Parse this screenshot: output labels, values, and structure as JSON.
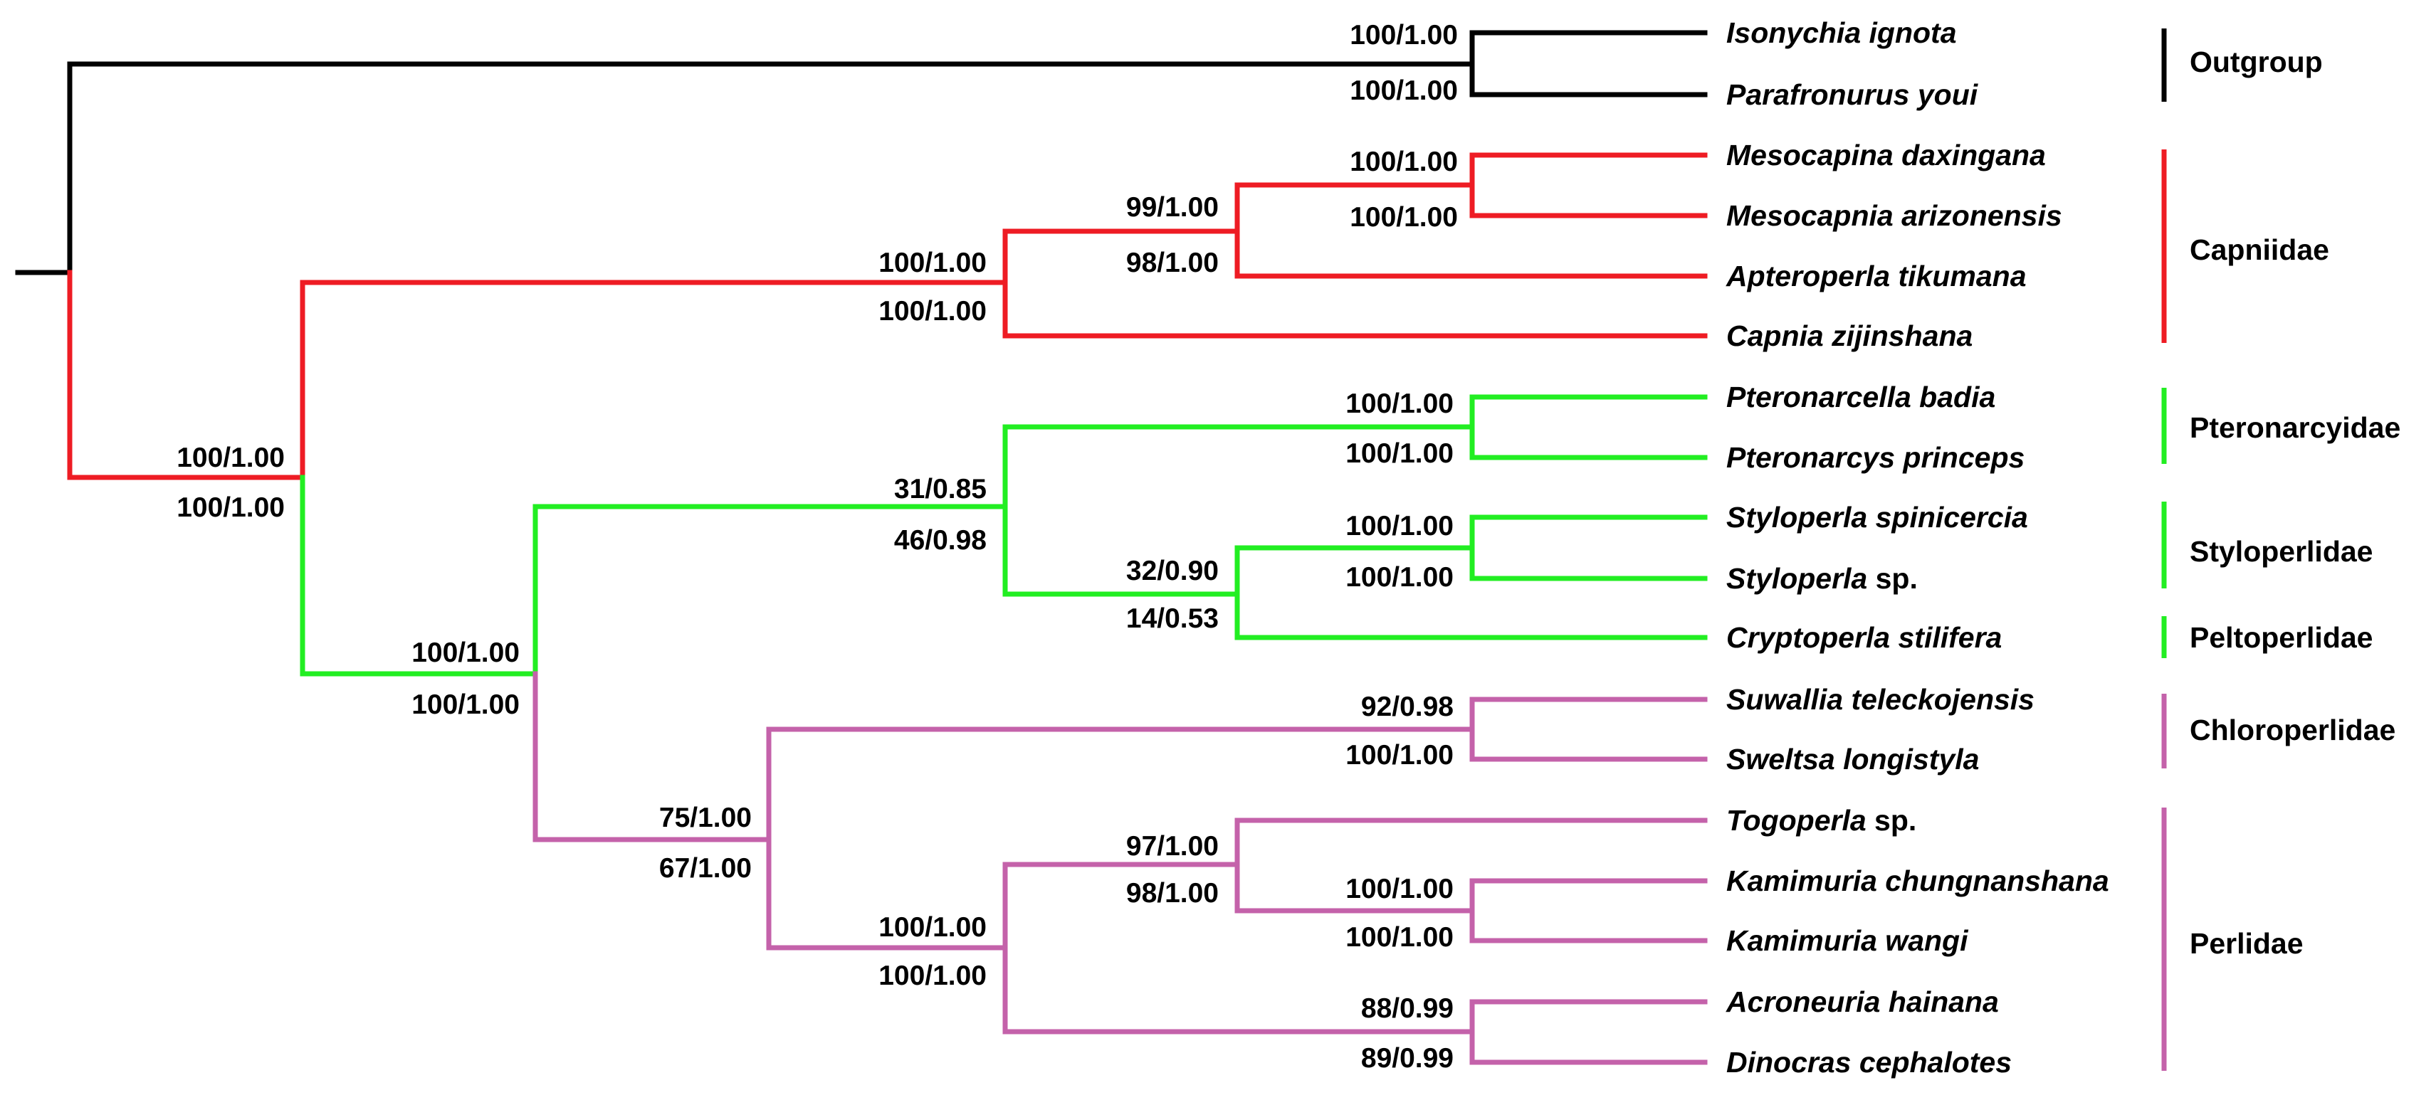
{
  "colors": {
    "outgroup": "#000000",
    "capniidae": "#ee1c24",
    "green_clade": "#22ee22",
    "purple_clade": "#c462aa"
  },
  "taxa": [
    {
      "id": "t1",
      "genus": "Isonychia ignota",
      "suffix": ""
    },
    {
      "id": "t2",
      "genus": "Parafronurus youi",
      "suffix": ""
    },
    {
      "id": "t3",
      "genus": "Mesocapina daxingana",
      "suffix": ""
    },
    {
      "id": "t4",
      "genus": "Mesocapnia arizonensis",
      "suffix": ""
    },
    {
      "id": "t5",
      "genus": "Apteroperla tikumana",
      "suffix": ""
    },
    {
      "id": "t6",
      "genus": "Capnia zijinshana",
      "suffix": ""
    },
    {
      "id": "t7",
      "genus": "Pteronarcella badia",
      "suffix": ""
    },
    {
      "id": "t8",
      "genus": "Pteronarcys princeps",
      "suffix": ""
    },
    {
      "id": "t9",
      "genus": "Styloperla spinicercia",
      "suffix": ""
    },
    {
      "id": "t10",
      "genus": "Styloperla",
      "suffix": " sp."
    },
    {
      "id": "t11",
      "genus": "Cryptoperla stilifera",
      "suffix": ""
    },
    {
      "id": "t12",
      "genus": "Suwallia teleckojensis",
      "suffix": ""
    },
    {
      "id": "t13",
      "genus": "Sweltsa longistyla",
      "suffix": ""
    },
    {
      "id": "t14",
      "genus": "Togoperla",
      "suffix": " sp."
    },
    {
      "id": "t15",
      "genus": "Kamimuria chungnanshana",
      "suffix": ""
    },
    {
      "id": "t16",
      "genus": "Kamimuria wangi",
      "suffix": ""
    },
    {
      "id": "t17",
      "genus": "Acroneuria hainana",
      "suffix": ""
    },
    {
      "id": "t18",
      "genus": "Dinocras cephalotes",
      "suffix": ""
    }
  ],
  "nodes": [
    {
      "id": "n_out",
      "upper": "100/1.00",
      "lower": "100/1.00"
    },
    {
      "id": "n_meso",
      "upper": "100/1.00",
      "lower": "100/1.00"
    },
    {
      "id": "n_apt",
      "upper": "99/1.00",
      "lower": "98/1.00"
    },
    {
      "id": "n_cap",
      "upper": "100/1.00",
      "lower": "100/1.00"
    },
    {
      "id": "n_ingroup",
      "upper": "100/1.00",
      "lower": "100/1.00"
    },
    {
      "id": "n_pter",
      "upper": "100/1.00",
      "lower": "100/1.00"
    },
    {
      "id": "n_stylo",
      "upper": "100/1.00",
      "lower": "100/1.00"
    },
    {
      "id": "n_crypto",
      "upper": "32/0.90",
      "lower": "14/0.53"
    },
    {
      "id": "n_green_sub",
      "upper": "31/0.85",
      "lower": "46/0.98"
    },
    {
      "id": "n_green_purple",
      "upper": "100/1.00",
      "lower": "100/1.00"
    },
    {
      "id": "n_chloro",
      "upper": "92/0.98",
      "lower": "100/1.00"
    },
    {
      "id": "n_kami",
      "upper": "100/1.00",
      "lower": "100/1.00"
    },
    {
      "id": "n_togo",
      "upper": "97/1.00",
      "lower": "98/1.00"
    },
    {
      "id": "n_acro",
      "upper": "88/0.99",
      "lower": "89/0.99"
    },
    {
      "id": "n_perl",
      "upper": "100/1.00",
      "lower": "100/1.00"
    },
    {
      "id": "n_purple",
      "upper": "75/1.00",
      "lower": "67/1.00"
    }
  ],
  "families": [
    {
      "id": "f_out",
      "label": "Outgroup",
      "color": "#000000"
    },
    {
      "id": "f_cap",
      "label": "Capniidae",
      "color": "#ee1c24"
    },
    {
      "id": "f_pter",
      "label": "Pteronarcyidae",
      "color": "#22ee22"
    },
    {
      "id": "f_stylo",
      "label": "Styloperlidae",
      "color": "#22ee22"
    },
    {
      "id": "f_pelto",
      "label": "Peltoperlidae",
      "color": "#22ee22"
    },
    {
      "id": "f_chloro",
      "label": "Chloroperlidae",
      "color": "#c462aa"
    },
    {
      "id": "f_perl",
      "label": "Perlidae",
      "color": "#c462aa"
    }
  ]
}
